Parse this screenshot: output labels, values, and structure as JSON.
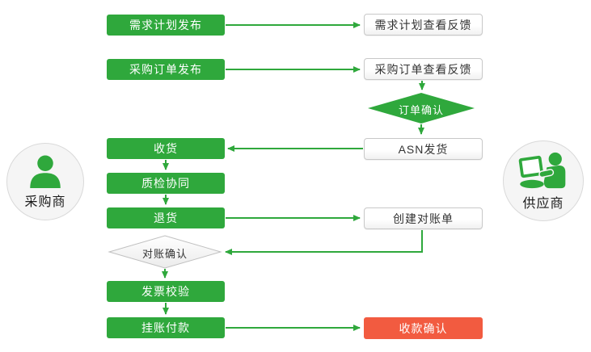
{
  "colors": {
    "primary_green": "#2fa83c",
    "alert_red": "#f25b40",
    "box_border": "#c8c8c8"
  },
  "actors": {
    "buyer": {
      "label": "采购商",
      "icon": "buyer-person-icon"
    },
    "supplier": {
      "label": "供应商",
      "icon": "supplier-person-laptop-icon"
    }
  },
  "steps": {
    "demand_plan_publish": "需求计划发布",
    "demand_plan_feedback": "需求计划查看反馈",
    "po_publish": "采购订单发布",
    "po_feedback": "采购订单查看反馈",
    "order_confirm": "订单确认",
    "receive_goods": "收货",
    "asn_ship": "ASN发货",
    "quality_collab": "质检协同",
    "return_goods": "退货",
    "create_statement": "创建对账单",
    "statement_confirm": "对账确认",
    "invoice_check": "发票校验",
    "book_payment": "挂账付款",
    "payment_confirm": "收款确认"
  }
}
